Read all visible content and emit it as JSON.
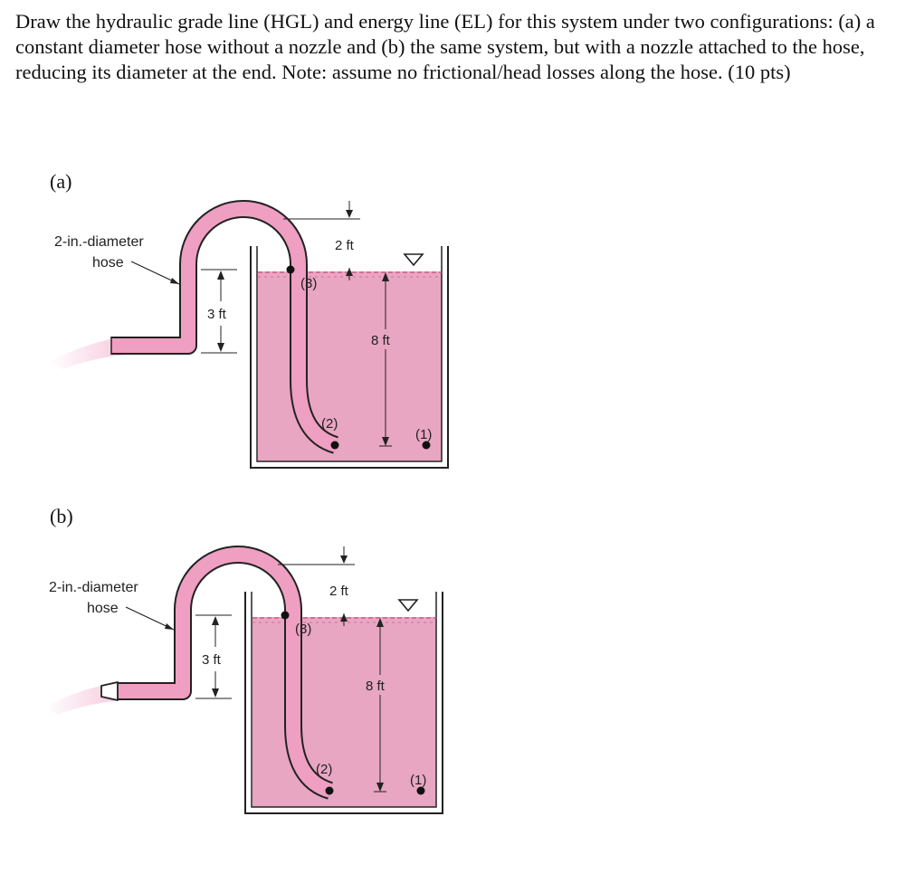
{
  "problem": {
    "text": "Draw the hydraulic grade line (HGL) and energy line (EL) for this system under two configurations: (a) a constant diameter hose without a nozzle and (b) the same system, but with a nozzle attached to the hose, reducing its diameter at the end. Note: assume no frictional/head losses along the hose. (10 pts)"
  },
  "figures": [
    {
      "label": "(a)",
      "hose_label_line1": "2-in.-diameter",
      "hose_label_line2": "hose",
      "dim_left": "3 ft",
      "dim_top": "2 ft",
      "dim_depth": "8 ft",
      "pt1": "(1)",
      "pt2": "(2)",
      "pt3": "(3)",
      "nozzle": false
    },
    {
      "label": "(b)",
      "hose_label_line1": "2-in.-diameter",
      "hose_label_line2": "hose",
      "dim_left": "3 ft",
      "dim_top": "2 ft",
      "dim_depth": "8 ft",
      "pt1": "(1)",
      "pt2": "(2)",
      "pt3": "(3)",
      "nozzle": true
    }
  ],
  "colors": {
    "water": "#e8a6c2",
    "hose": "#ef9fc1",
    "outline": "#222222",
    "surface_dash": "#d05a86"
  }
}
